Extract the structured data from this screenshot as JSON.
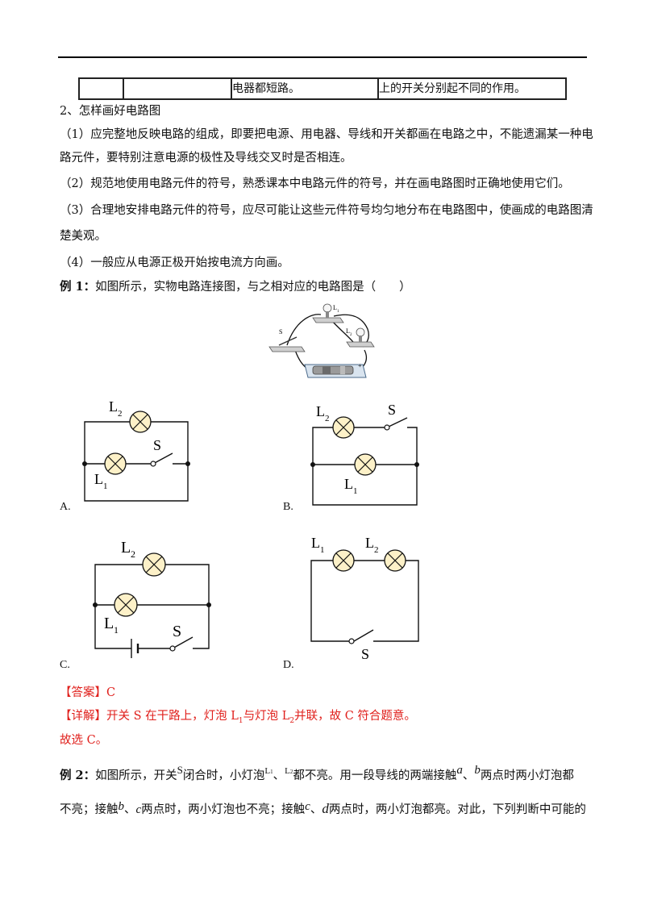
{
  "table": {
    "cell3": "电器都短路。",
    "cell4": "上的开关分别起不同的作用。"
  },
  "section": {
    "heading": "2、怎样画好电路图",
    "p1_line1": "（1）应完整地反映电路的组成，即要把电源、用电器、导线和开关都画在电路之中，不能遗漏某一种电",
    "p1_line2": "路元件，要特别注意电源的极性及导线交叉时是否相连。",
    "p2": "（2）规范地使用电路元件的符号，熟悉课本中电路元件的符号，并在画电路图时正确地使用它们。",
    "p3_line1": "（3）合理地安排电路元件的符号，应尽可能让这些元件符号均匀地分布在电路图中，使画成的电路图清",
    "p3_line2": "楚美观。",
    "p4": "（4）一般应从电源正极开始按电流方向画。"
  },
  "example1": {
    "label": "例 1：",
    "text": "如图所示，实物电路连接图，与之相对应的电路图是（　　）",
    "photo_labels": {
      "s": "S",
      "l1": "L",
      "l1_sub": "1",
      "l2": "L",
      "l2_sub": "2",
      "plus": "+"
    }
  },
  "options": {
    "a": "A.",
    "b": "B.",
    "c": "C.",
    "d": "D."
  },
  "diagram_labels": {
    "l1": "L",
    "l1_sub": "1",
    "l2": "L",
    "l2_sub": "2",
    "s": "S"
  },
  "answer": {
    "label": "【答案】",
    "value": "C"
  },
  "explanation": {
    "label": "【详解】",
    "t1": "开关 S 在干路上，灯泡 L",
    "sub1": "1",
    "t2": "与灯泡 L",
    "sub2": "2",
    "t3": "并联，故 C 符合题意。",
    "conclusion": "故选 C。"
  },
  "example2": {
    "label": "例 2：",
    "l1_t1": "如图所示，开关",
    "s": "S",
    "l1_t2": "闭合时，小灯泡",
    "L1": "L",
    "L1_sub": "1",
    "sep1": "、",
    "L2": "L",
    "L2_sub": "2",
    "l1_t3": "都不亮。用一段导线的两端接触",
    "a": "a",
    "sep2": "、",
    "b": "b",
    "l1_t4": "两点时两小灯泡都",
    "l2_t1": "不亮；接触",
    "b2": "b",
    "sep3": "、",
    "c": "c",
    "l2_t2": "两点时，两小灯泡也不亮；接触",
    "c2": "c",
    "sep4": "、",
    "d": "d",
    "l2_t3": "两点时，两小灯泡都亮。对此，下列判断中可能的"
  }
}
